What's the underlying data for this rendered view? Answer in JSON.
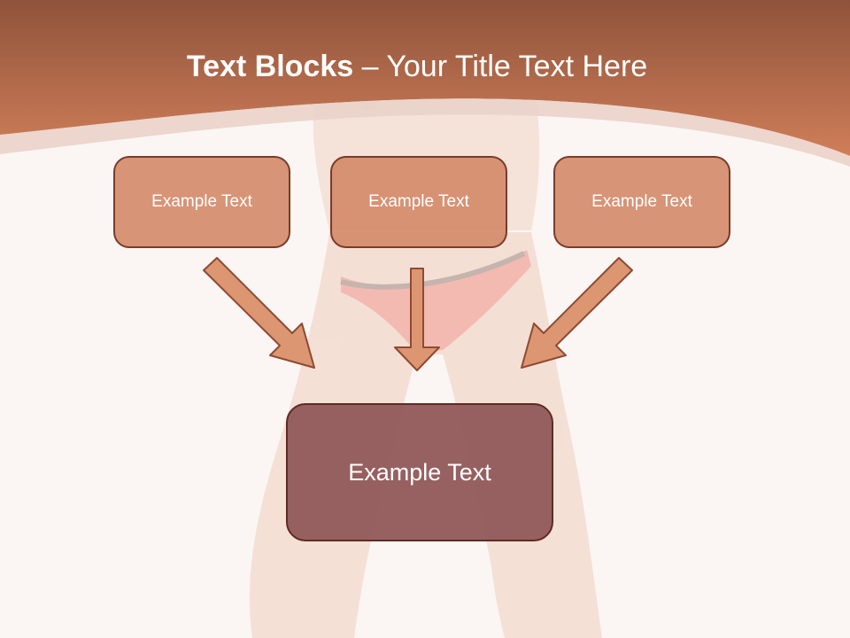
{
  "title": {
    "bold": "Text Blocks",
    "separator": " – ",
    "normal": "Your Title Text Here"
  },
  "boxes": [
    {
      "label": "Example Text"
    },
    {
      "label": "Example Text"
    },
    {
      "label": "Example Text"
    }
  ],
  "main_box": {
    "label": "Example Text"
  },
  "colors": {
    "header_top": "#8e533b",
    "header_bottom": "#cf7d58",
    "background": "#fbf6f3",
    "box_fill": "#d48c6c",
    "box_border": "#7a3b2a",
    "main_box_fill": "#945c5c",
    "arrow_fill": "#dc9672"
  }
}
